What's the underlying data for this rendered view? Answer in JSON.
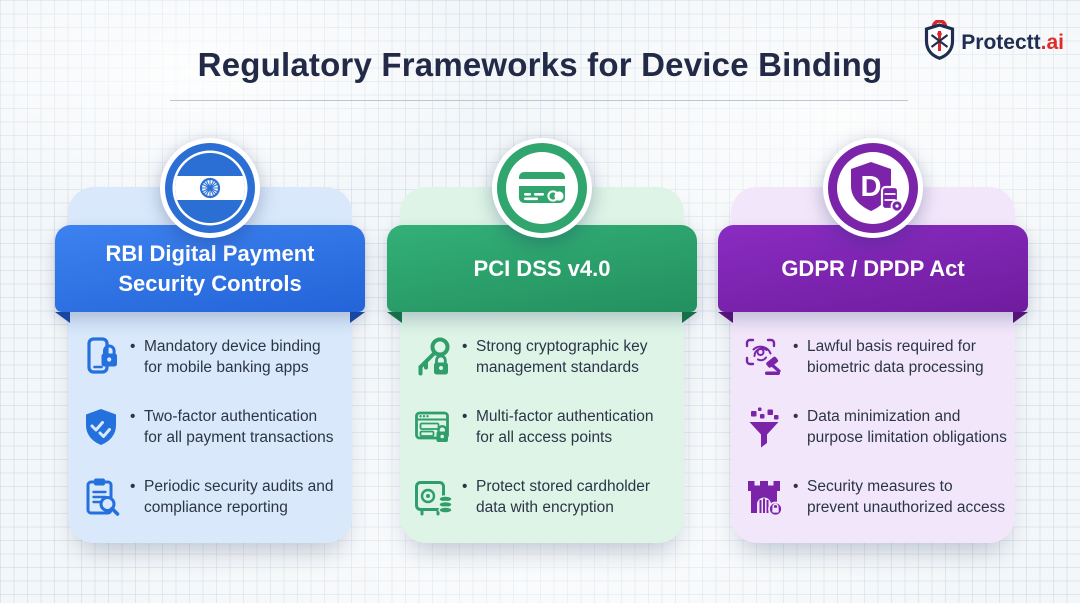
{
  "header": {
    "title": "Regulatory Frameworks for Device Binding"
  },
  "logo": {
    "brand": "Protectt",
    "suffix": ".ai",
    "brand_color": "#1e2d50",
    "suffix_color": "#e02b2b"
  },
  "columns": [
    {
      "title": "RBI Digital Payment Security Controls",
      "medallion_icon": "india-flag-icon",
      "banner_color": "#2e6fe0",
      "fold_color": "#1747a0",
      "body_color": "#d9e8fb",
      "accent_color": "#2470dd",
      "items": [
        {
          "icon": "phone-lock-icon",
          "lines": [
            "Mandatory device binding",
            "for mobile banking apps"
          ]
        },
        {
          "icon": "shield-check-icon",
          "lines": [
            "Two-factor authentication",
            "for all payment transactions"
          ]
        },
        {
          "icon": "clipboard-audit-icon",
          "lines": [
            "Periodic security audits and",
            "compliance reporting"
          ]
        }
      ]
    },
    {
      "title": "PCI DSS v4.0",
      "medallion_icon": "credit-card-icon",
      "banner_color": "#2aa06b",
      "fold_color": "#15704a",
      "body_color": "#ddf4e6",
      "accent_color": "#2f9e6a",
      "items": [
        {
          "icon": "key-lock-icon",
          "lines": [
            "Strong cryptographic key",
            "management standards"
          ]
        },
        {
          "icon": "browser-lock-icon",
          "lines": [
            "Multi-factor authentication",
            "for all access points"
          ]
        },
        {
          "icon": "safe-coins-icon",
          "lines": [
            "Protect stored cardholder",
            "data with encryption"
          ]
        }
      ]
    },
    {
      "title": "GDPR / DPDP Act",
      "medallion_icon": "shield-d-icon",
      "banner_color": "#7b22a8",
      "fold_color": "#531378",
      "body_color": "#f2e6fa",
      "accent_color": "#7b24aa",
      "items": [
        {
          "icon": "fingerprint-gavel-icon",
          "lines": [
            "Lawful basis required for",
            "biometric data processing"
          ]
        },
        {
          "icon": "data-funnel-icon",
          "lines": [
            "Data minimization and",
            "purpose limitation obligations"
          ]
        },
        {
          "icon": "castle-lock-icon",
          "lines": [
            "Security measures to",
            "prevent unauthorized access"
          ]
        }
      ]
    }
  ]
}
